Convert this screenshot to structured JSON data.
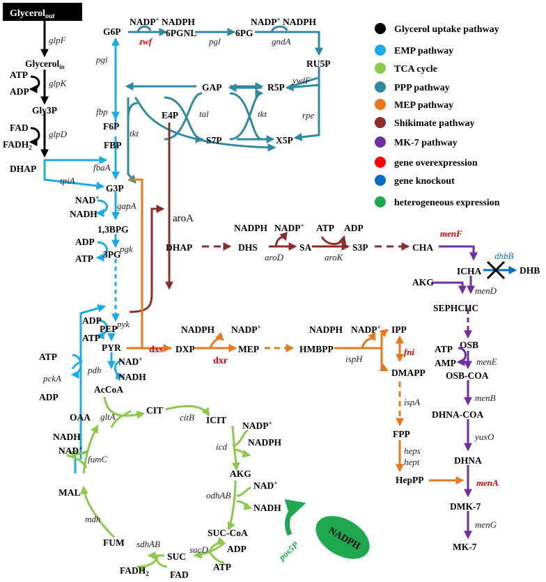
{
  "title_box": "Glycerol",
  "title_box_sub": "out",
  "legend": [
    {
      "label": "Glycerol uptake pathway",
      "color": "#000000"
    },
    {
      "label": "EMP pathway",
      "color": "#1aace8"
    },
    {
      "label": "TCA cycle",
      "color": "#8cc84b"
    },
    {
      "label": "PPP pathway",
      "color": "#2f8aa0"
    },
    {
      "label": "MEP pathway",
      "color": "#e9781b"
    },
    {
      "label": "Shikimate pathway",
      "color": "#8b2e2a"
    },
    {
      "label": "MK-7 pathway",
      "color": "#6e2fa5"
    },
    {
      "label": "gene overexpression",
      "color": "#ff0000"
    },
    {
      "label": "gene knockout",
      "color": "#0a6dbd"
    },
    {
      "label": "heterogeneous expression",
      "color": "#1fa84f"
    }
  ],
  "metabolites": {
    "glycerol_in": "Glycerol",
    "glycerol_in_sub": "in",
    "gly3p": "Gly3P",
    "dhap1": "DHAP",
    "fbp": "FBP",
    "f6p": "F6P",
    "g6p": "G6P",
    "pgnl": "6PGNL",
    "pg6": "6PG",
    "ru5p": "RU5P",
    "r5p": "R5P",
    "x5p": "X5P",
    "gap": "GAP",
    "s7p": "S7P",
    "e4p": "E4P",
    "g3p": "G3P",
    "bpg": "1,3BPG",
    "pg3": "3PG",
    "pep": "PEP",
    "pyr": "PYR",
    "accoa": "AcCoA",
    "oaa": "OAA",
    "cit": "CIT",
    "icit": "ICIT",
    "akg1": "AKG",
    "succoa": "SUC-CoA",
    "suc": "SUC",
    "fum": "FUM",
    "mal": "MAL",
    "dhap2": "DHAP",
    "dhs": "DHS",
    "sa": "SA",
    "s3p": "S3P",
    "cha": "CHA",
    "icha": "ICHA",
    "dhb": "DHB",
    "akg2": "AKG",
    "sephchc": "SEPHCHC",
    "osb": "OSB",
    "osbcoa": "OSB-COA",
    "dhnacoa": "DHNA-COA",
    "dhna": "DHNA",
    "dmk7": "DMK-7",
    "mk7": "MK-7",
    "dxp": "DXP",
    "mep": "MEP",
    "hmbpp": "HMBPP",
    "ipp": "IPP",
    "dmapp": "DMAPP",
    "fpp": "FPP",
    "heppp": "HepPP",
    "nadph_oval": "NADPH"
  },
  "cofactors": {
    "atp": "ATP",
    "adp": "ADP",
    "fad": "FAD",
    "fadh": "FADH",
    "fadh_sub": "2",
    "nad": "NAD",
    "nadh": "NADH",
    "nadp": "NADP",
    "nadph": "NADPH",
    "amp": "AMP",
    "plus": "+"
  },
  "genes": {
    "glpF": "glpF",
    "glpK": "glpK",
    "glpD": "glpD",
    "pgi": "pgi",
    "fbp": "fbp",
    "fbaA": "fbaA",
    "tpiA": "tpiA",
    "gapA": "gapA",
    "pgk": "pgk",
    "pyk": "pyk",
    "pdh": "pdh",
    "pckA": "pckA",
    "gltA": "gltA",
    "citB": "citB",
    "icd": "icd",
    "odhAB": "odhAB",
    "sucD": "sucD",
    "sdhAB": "sdhAB",
    "mdh": "mdh",
    "fumC": "fumC",
    "zwf": "zwf",
    "pgl": "pgl",
    "gndA": "gndA",
    "ywlF": "ywlF",
    "rpe": "rpe",
    "tal": "tal",
    "tkt1": "tkt",
    "tkt2": "tkt",
    "aroA": "aroA",
    "aroD": "aroD",
    "aroK": "aroK",
    "menF": "menF",
    "dhbB": "dhbB",
    "menD": "menD",
    "menE": "menE",
    "menB": "menB",
    "yuxO": "yuxO",
    "menA": "menA",
    "menG": "menG",
    "dxs": "dxs",
    "dxr": "dxr",
    "ispH": "ispH",
    "fni": "fni",
    "ispA": "ispA",
    "heps": "heps",
    "hept": "hept",
    "pos5P": "pos5P"
  }
}
